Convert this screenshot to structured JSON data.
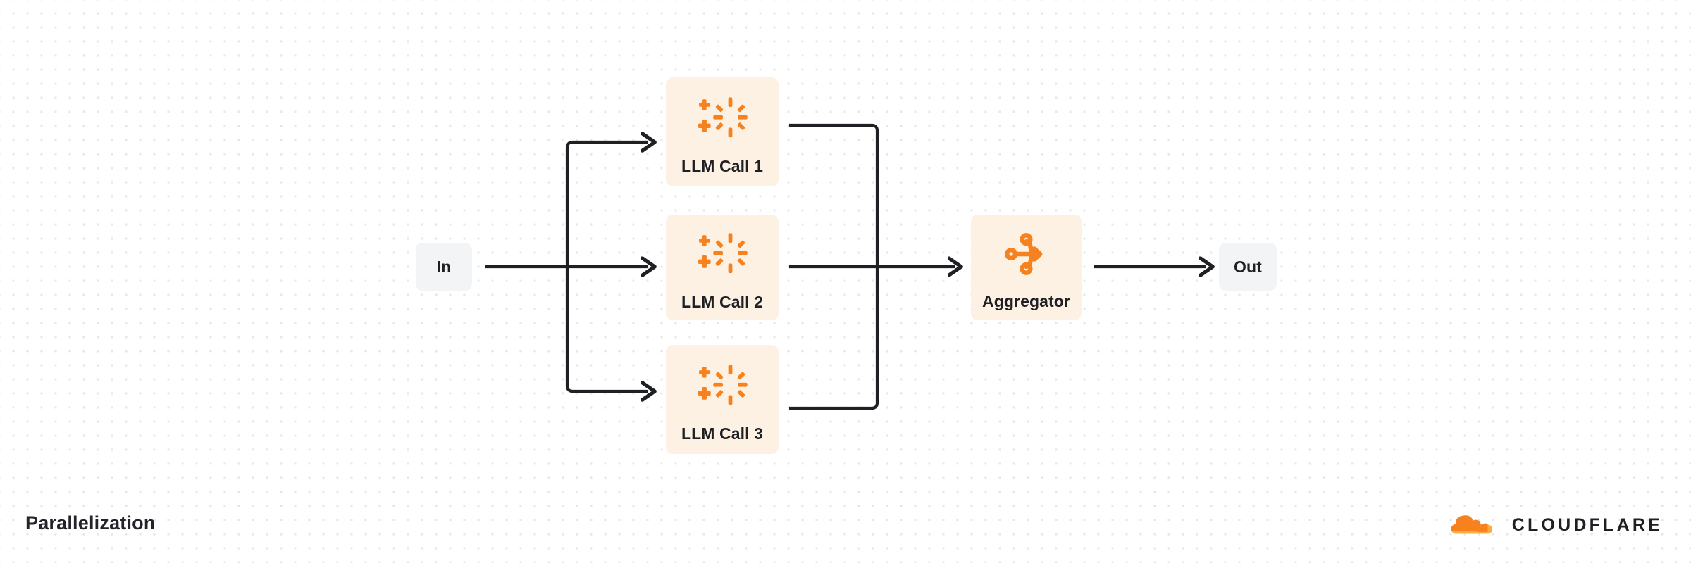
{
  "diagram": {
    "title": "Parallelization",
    "accent_color": "#F6821F",
    "node_fill_llm": "#FDF1E3",
    "node_fill_io": "#F3F4F6",
    "edge_color": "#1F2024",
    "background": "#FFFFFF",
    "grid_dot_color": "#E7E7E7"
  },
  "nodes": {
    "input": {
      "label": "In"
    },
    "llm_calls": [
      {
        "label": "LLM Call 1",
        "icon": "ai-sparkle-icon"
      },
      {
        "label": "LLM Call 2",
        "icon": "ai-sparkle-icon"
      },
      {
        "label": "LLM Call 3",
        "icon": "ai-sparkle-icon"
      }
    ],
    "aggregator": {
      "label": "Aggregator",
      "icon": "aggregator-merge-icon"
    },
    "output": {
      "label": "Out"
    }
  },
  "brand": {
    "name": "CLOUDFLARE",
    "logo": "cloudflare-cloud-icon"
  }
}
